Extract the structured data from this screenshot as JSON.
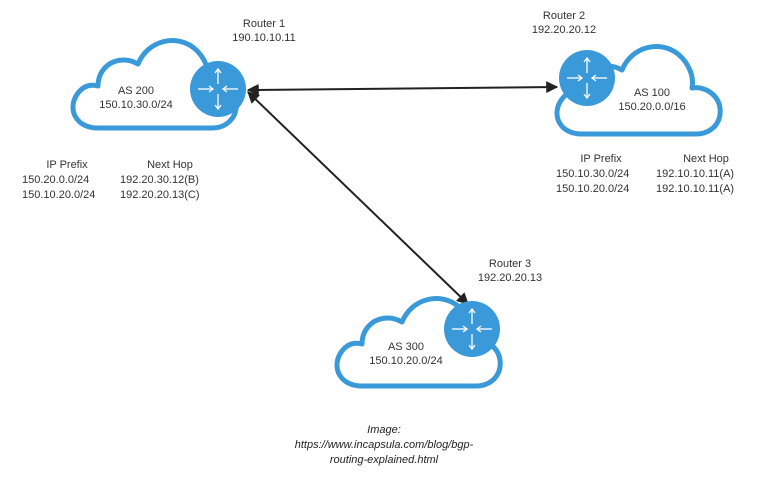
{
  "routers": [
    {
      "name": "Router 1",
      "ip": "190.10.10.11"
    },
    {
      "name": "Router 2",
      "ip": "192.20.20.12"
    },
    {
      "name": "Router 3",
      "ip": "192.20.20.13"
    }
  ],
  "clouds": [
    {
      "as": "AS 200",
      "prefix": "150.10.30.0/24"
    },
    {
      "as": "AS 100",
      "prefix": "150.20.0.0/16"
    },
    {
      "as": "AS 300",
      "prefix": "150.10.20.0/24"
    }
  ],
  "tables": [
    {
      "headers": [
        "IP Prefix",
        "Next Hop"
      ],
      "rows": [
        [
          "150.20.0.0/24",
          "192.20.30.12(B)"
        ],
        [
          "150.10.20.0/24",
          "192.20.20.13(C)"
        ]
      ]
    },
    {
      "headers": [
        "IP Prefix",
        "Next Hop"
      ],
      "rows": [
        [
          "150.10.30.0/24",
          "192.10.10.11(A)"
        ],
        [
          "150.10.20.0/24",
          "192.10.10.11(A)"
        ]
      ]
    }
  ],
  "caption": {
    "line1": "Image:",
    "line2": "https://www.incapsula.com/blog/bgp-",
    "line3": "routing-explained.html"
  },
  "colors": {
    "cloud_stroke": "#3a9ad9",
    "router_fill": "#3a9ad9",
    "link": "#222222"
  }
}
